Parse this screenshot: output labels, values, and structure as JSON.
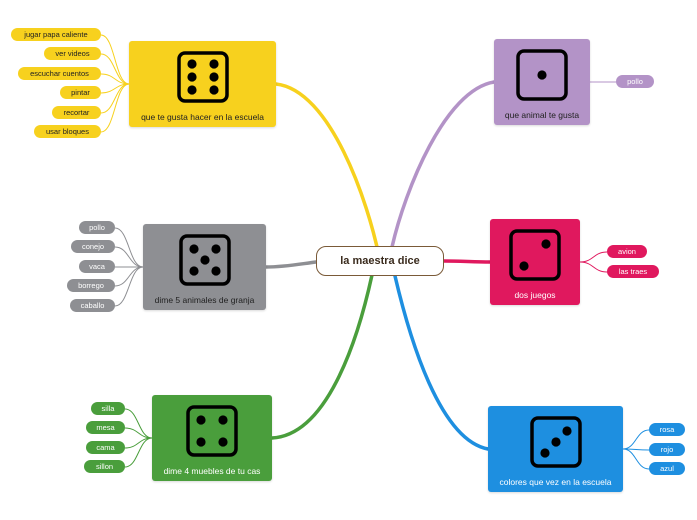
{
  "center": {
    "title": "la maestra dice"
  },
  "branches": {
    "b1": {
      "label": "que te gusta hacer en la escuela",
      "color": "#f7d11e",
      "die_face": 6,
      "items": [
        "jugar papa caliente",
        "ver videos",
        "escuchar cuentos",
        "pintar",
        "recortar",
        "usar bloques"
      ]
    },
    "b2": {
      "label": "dime 5 animales de granja",
      "color": "#8e8f93",
      "die_face": 5,
      "items": [
        "pollo",
        "conejo",
        "vaca",
        "borrego",
        "caballo"
      ]
    },
    "b3": {
      "label": "dime 4 muebles de tu cas",
      "color": "#4a9e3c",
      "die_face": 4,
      "items": [
        "silla",
        "mesa",
        "cama",
        "sillon"
      ]
    },
    "b4": {
      "label": "que animal te gusta",
      "color": "#b393c7",
      "die_face": 1,
      "items": [
        "pollo"
      ]
    },
    "b5": {
      "label": "dos juegos",
      "color": "#e0185e",
      "die_face": 2,
      "items": [
        "avion",
        "las traes"
      ]
    },
    "b6": {
      "label": "colores que vez en la escuela",
      "color": "#1e8fe0",
      "die_face": 3,
      "items": [
        "rosa",
        "rojo",
        "azul"
      ]
    }
  }
}
